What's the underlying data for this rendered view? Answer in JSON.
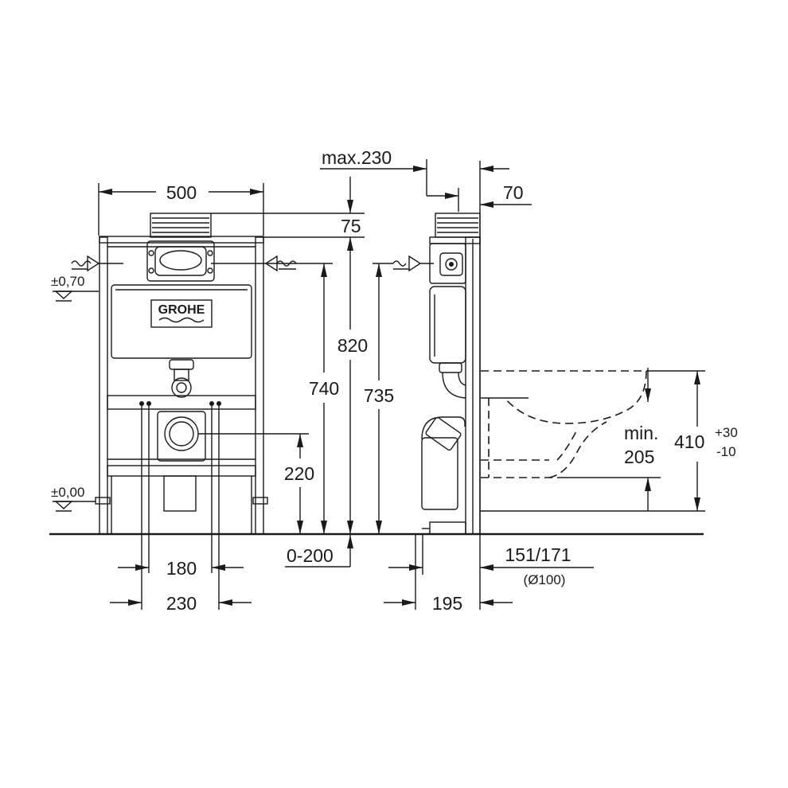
{
  "brand": {
    "logo_text": "GROHE"
  },
  "level_marks": {
    "upper": "±0,70",
    "floor": "±0,00"
  },
  "dimensions": {
    "frame_width": "500",
    "top_offset": "75",
    "height_820": "820",
    "height_740": "740",
    "height_735": "735",
    "height_220": "220",
    "depth_adjust": "0-200",
    "spacing_180": "180",
    "spacing_230": "230",
    "max_depth": "max.230",
    "frame_depth": "70",
    "outlet_195": "195",
    "outlet_range": "151/171",
    "outlet_diameter": "(Ø100)",
    "min_label": "min.",
    "min_value": "205",
    "pan_height": "410",
    "tol_plus": "+30",
    "tol_minus": "-10"
  }
}
